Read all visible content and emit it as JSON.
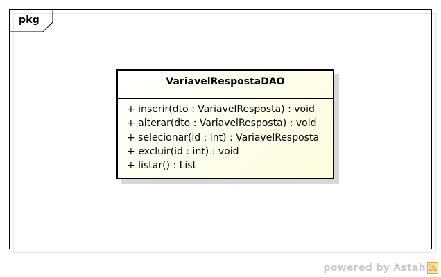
{
  "package": {
    "label": "pkg"
  },
  "class": {
    "name": "VariavelRespostaDAO",
    "attributes": [],
    "operations": [
      "+ inserir(dto : VariavelResposta) : void",
      "+ alterar(dto : VariavelResposta) : void",
      "+ selecionar(id : int) : VariavelResposta",
      "+ excluir(id : int) : void",
      "+ listar() : List"
    ]
  },
  "watermark": {
    "text": "powered by Astah"
  },
  "colors": {
    "class_fill_start": "#ffffff",
    "class_fill_end": "#fcfcdc",
    "border": "#000000",
    "shadow": "#d7d7d7",
    "watermark": "#c9c9c9",
    "logo_orange": "#f0a030"
  },
  "icons": {
    "watermark_logo": "astah-logo-icon"
  }
}
